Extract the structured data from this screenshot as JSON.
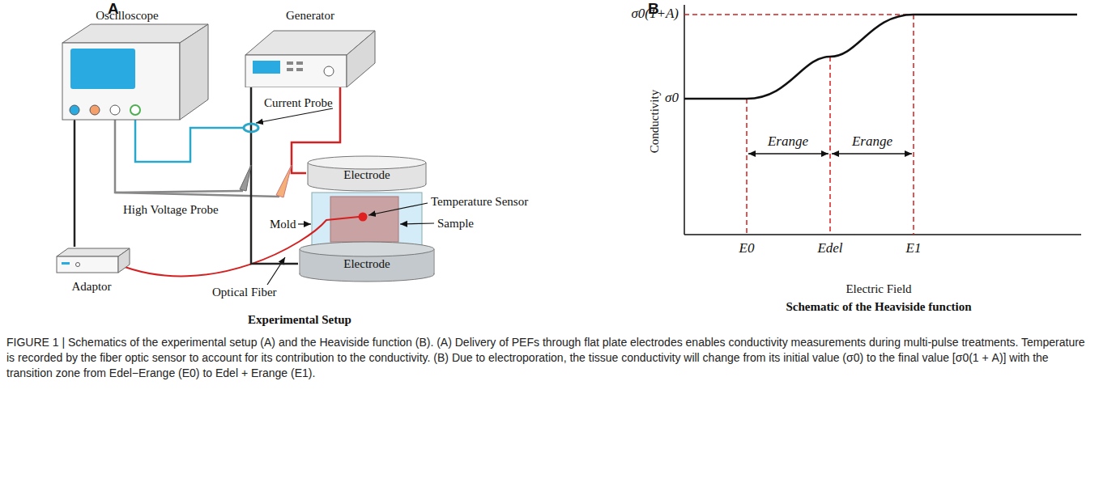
{
  "diagram": {
    "caption": "FIGURE 1 | Schematics of the experimental setup (A) and the Heaviside function (B). (A) Delivery of PEFs through flat plate electrodes enables conductivity measurements during multi-pulse treatments. Temperature is recorded by the fiber optic sensor to account for its contribution to the conductivity. (B) Due to electroporation, the tissue conductivity will change from its initial value (σ0) to the final value [σ0(1 + A)] with the transition zone from Edel−Erange (E0) to Edel + Erange (E1).",
    "nodes": [
      {
        "text": [
          "Oscilloscope"
        ]
      },
      {
        "text": [
          "Generator"
        ]
      },
      {
        "text": [
          "Adaptor"
        ]
      },
      {
        "text": [
          "Electrode"
        ]
      },
      {
        "text": [
          "Electrode"
        ]
      }
    ],
    "edges": [
      {
        "from": 1,
        "to": 3,
        "arrow": "none"
      },
      {
        "from": 1,
        "to": 4,
        "arrow": "none"
      },
      {
        "from": 2,
        "to": 0,
        "arrow": "none"
      }
    ],
    "labels": [
      "A",
      "Current Probe",
      "High Voltage Probe",
      "Temperature Sensor",
      "Mold",
      "Sample",
      "Optical Fiber",
      "Experimental Setup",
      "B",
      "σ0(1+A)",
      "σ0",
      "Conductivity",
      "Erange",
      "Erange",
      "E0",
      "Edel",
      "E1",
      "Electric Field",
      "Schematic of the Heaviside function"
    ]
  }
}
